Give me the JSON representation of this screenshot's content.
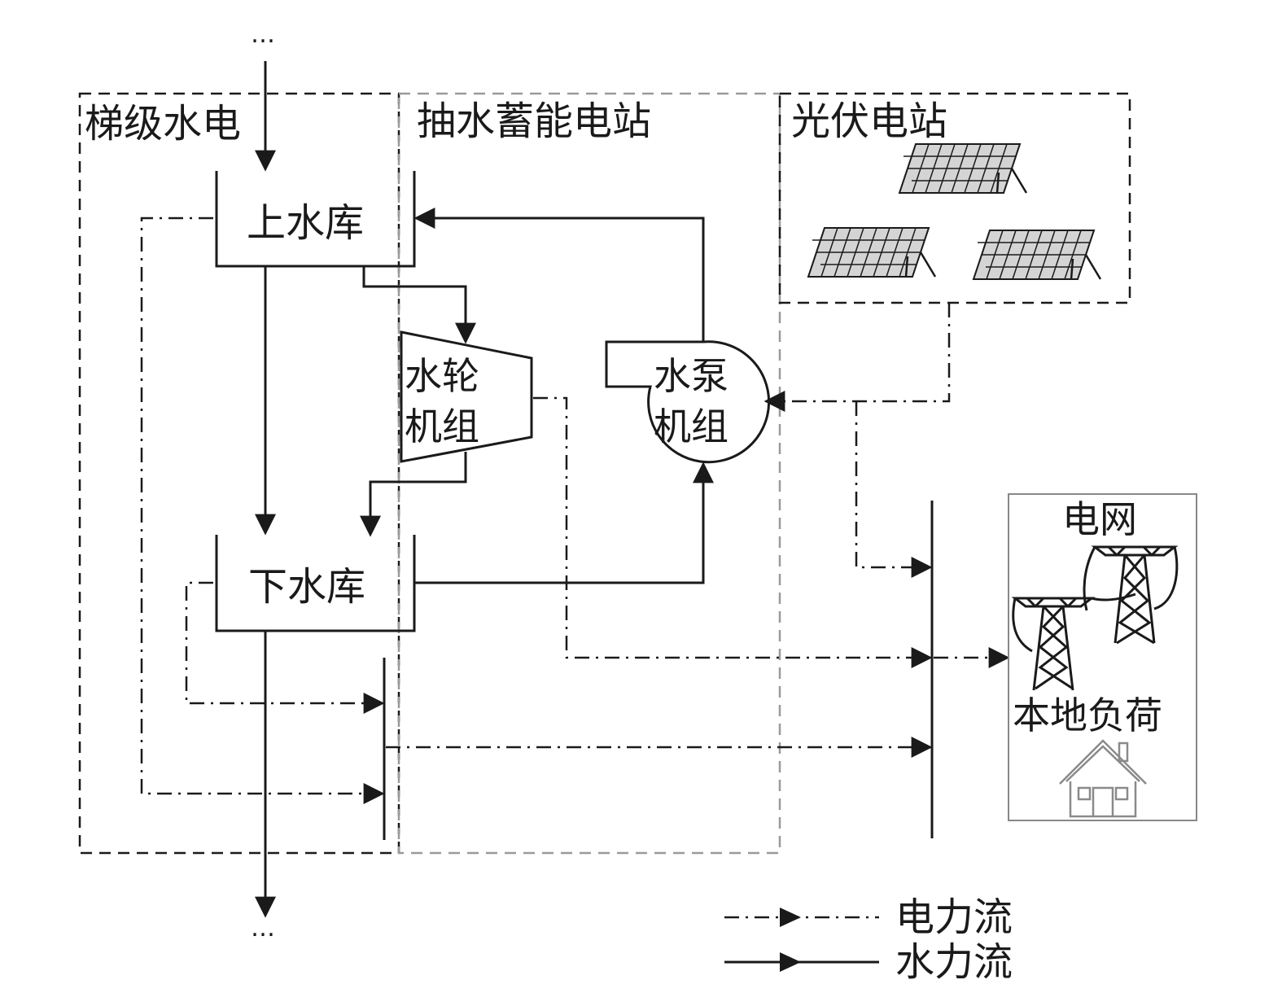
{
  "regions": {
    "cascade_hydro": "梯级水电",
    "pumped_storage": "抽水蓄能电站",
    "pv_station": "光伏电站"
  },
  "nodes": {
    "upper_reservoir": "上水库",
    "lower_reservoir": "下水库",
    "turbine_line1": "水轮",
    "turbine_line2": "机组",
    "pump_line1": "水泵",
    "pump_line2": "机组",
    "grid": "电网",
    "local_load": "本地负荷"
  },
  "continuation": {
    "top": "…",
    "bottom": "…"
  },
  "legend": {
    "power_flow": "电力流",
    "water_flow": "水力流"
  },
  "colors": {
    "line": "#1a1a1a",
    "gray_box": "#9a9a9a",
    "panel_fill": "#d4d4d4"
  }
}
